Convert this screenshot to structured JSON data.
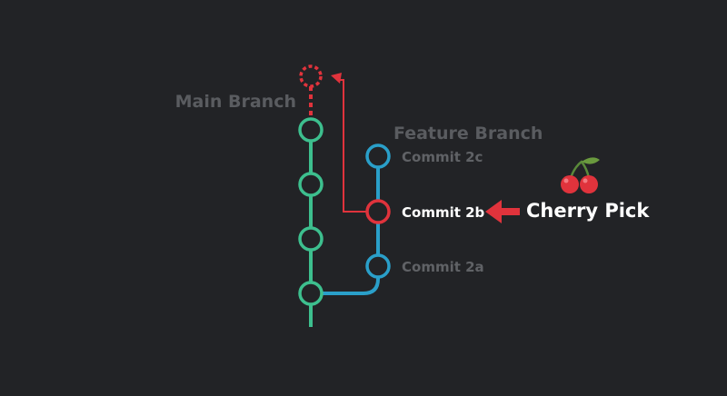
{
  "labels": {
    "main_branch": "Main Branch",
    "feature_branch": "Feature Branch",
    "commit_2c": "Commit 2c",
    "commit_2b": "Commit 2b",
    "commit_2a": "Commit 2a",
    "cherry_pick": "Cherry Pick"
  },
  "colors": {
    "background": "#222326",
    "main_branch": "#3dbf8e",
    "feature_branch": "#2a9fc9",
    "cherry_pick": "#e0333c",
    "muted_text": "#5a5c60",
    "highlight_text": "#ffffff",
    "cherry_stem": "#5a8a3a"
  },
  "icons": {
    "cherry": "cherry-icon",
    "arrow": "left-arrow-icon"
  }
}
